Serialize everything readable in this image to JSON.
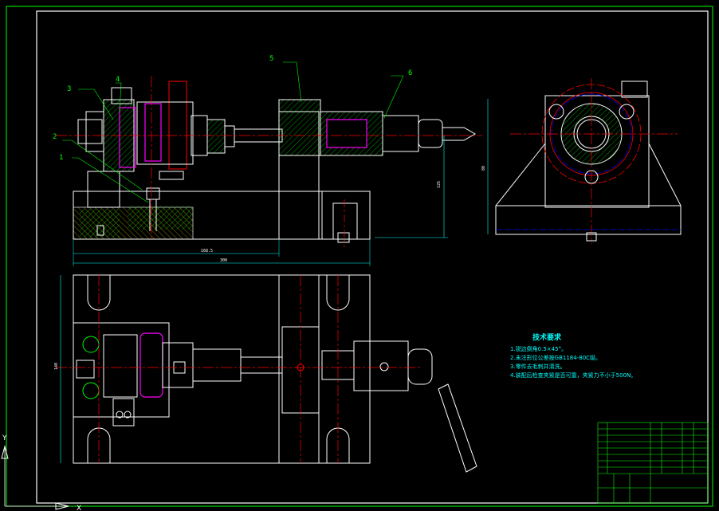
{
  "colors": {
    "background": "#000000",
    "outline": "#ffffff",
    "frame": "#00ff00",
    "centerline": "#ff0000",
    "hidden": "#0000ff",
    "dimension": "#00ffff",
    "part": "#ff00ff",
    "hatch": "#00ff00"
  },
  "part_labels": [
    "1",
    "2",
    "3",
    "4",
    "5",
    "6"
  ],
  "technical_notes": {
    "title": "技术要求",
    "items": [
      "1.锐边倒角0.5×45°。",
      "2.未注形位公差按GB1184-80C级。",
      "3.零件去毛刺并清洗。",
      "4.装配后检查夹紧是否可靠，夹紧力不小于500N。"
    ]
  },
  "dimensions": {
    "front_length_inner": "168.5",
    "front_length_total": "300",
    "front_height": "125",
    "side_height": "80",
    "plan_height": "140"
  },
  "axis_labels": {
    "y": "Y",
    "x": "X"
  }
}
